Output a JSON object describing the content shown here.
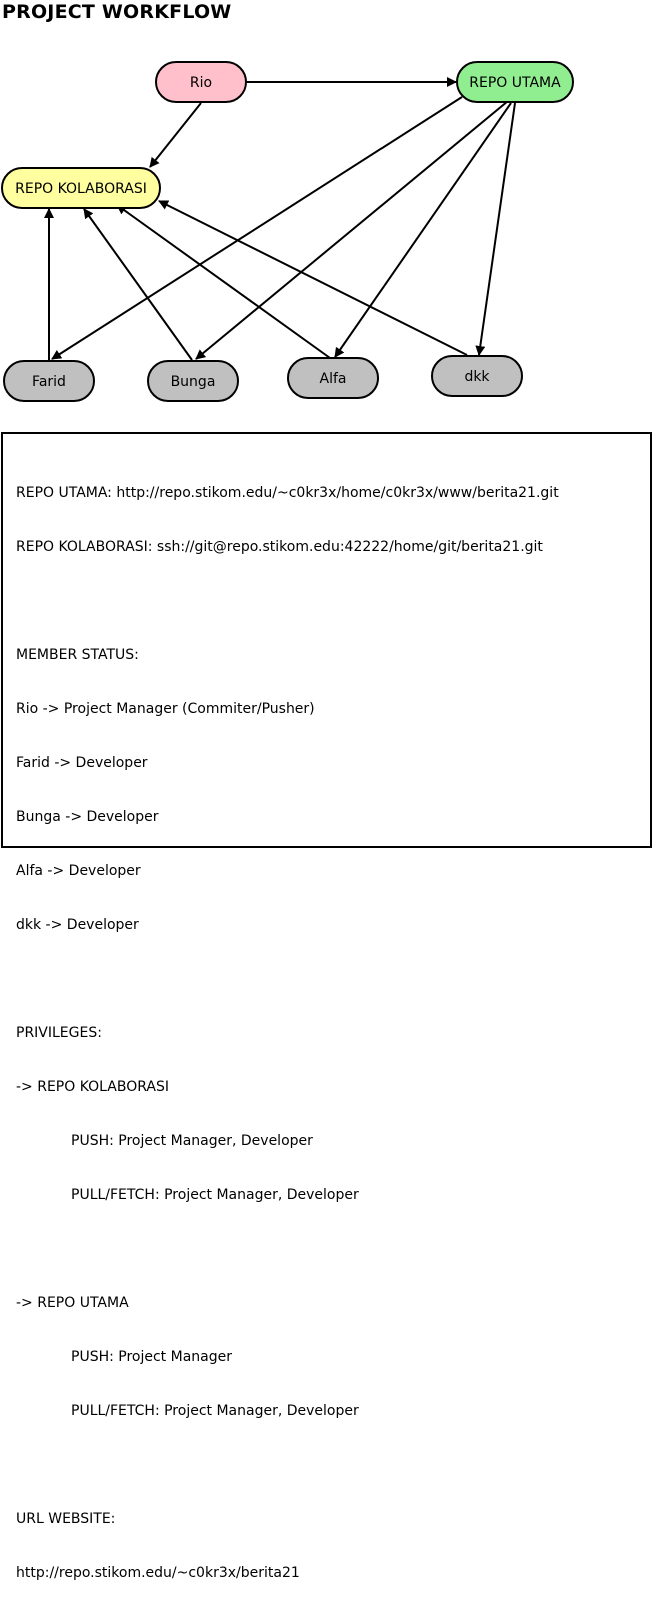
{
  "title": "PROJECT WORKFLOW",
  "colors": {
    "manager_fill": "#ffc0cb",
    "main_repo_fill": "#90ee90",
    "collab_repo_fill": "#ffffa0",
    "developer_fill": "#c0c0c0",
    "line": "#000000"
  },
  "nodes": {
    "rio": "Rio",
    "repo_utama": "REPO UTAMA",
    "repo_kolaborasi": "REPO KOLABORASI",
    "farid": "Farid",
    "bunga": "Bunga",
    "alfa": "Alfa",
    "dkk": "dkk"
  },
  "edges": [
    {
      "from": "Rio",
      "to": "REPO UTAMA"
    },
    {
      "from": "Rio",
      "to": "REPO KOLABORASI"
    },
    {
      "from": "REPO UTAMA",
      "to": "Farid"
    },
    {
      "from": "REPO UTAMA",
      "to": "Bunga"
    },
    {
      "from": "REPO UTAMA",
      "to": "Alfa"
    },
    {
      "from": "REPO UTAMA",
      "to": "dkk"
    },
    {
      "from": "Farid",
      "to": "REPO KOLABORASI"
    },
    {
      "from": "Bunga",
      "to": "REPO KOLABORASI"
    },
    {
      "from": "Alfa",
      "to": "REPO KOLABORASI"
    },
    {
      "from": "dkk",
      "to": "REPO KOLABORASI"
    }
  ],
  "info": {
    "repo_utama_url": "REPO UTAMA: http://repo.stikom.edu/~c0kr3x/home/c0kr3x/www/berita21.git",
    "repo_kolaborasi_url": "REPO KOLABORASI: ssh://git@repo.stikom.edu:42222/home/git/berita21.git",
    "member_status_heading": "MEMBER STATUS:",
    "members": [
      "Rio -> Project Manager (Commiter/Pusher)",
      "Farid -> Developer",
      "Bunga -> Developer",
      "Alfa -> Developer",
      "dkk -> Developer"
    ],
    "privileges_heading": "PRIVILEGES:",
    "kolaborasi_heading": "-> REPO KOLABORASI",
    "kolaborasi_push": "PUSH: Project Manager, Developer",
    "kolaborasi_pull": "PULL/FETCH: Project Manager, Developer",
    "utama_heading": "-> REPO UTAMA",
    "utama_push": "PUSH: Project Manager",
    "utama_pull": "PULL/FETCH: Project Manager, Developer",
    "url_website_heading": "URL WEBSITE:",
    "url_website": "http://repo.stikom.edu/~c0kr3x/berita21"
  }
}
